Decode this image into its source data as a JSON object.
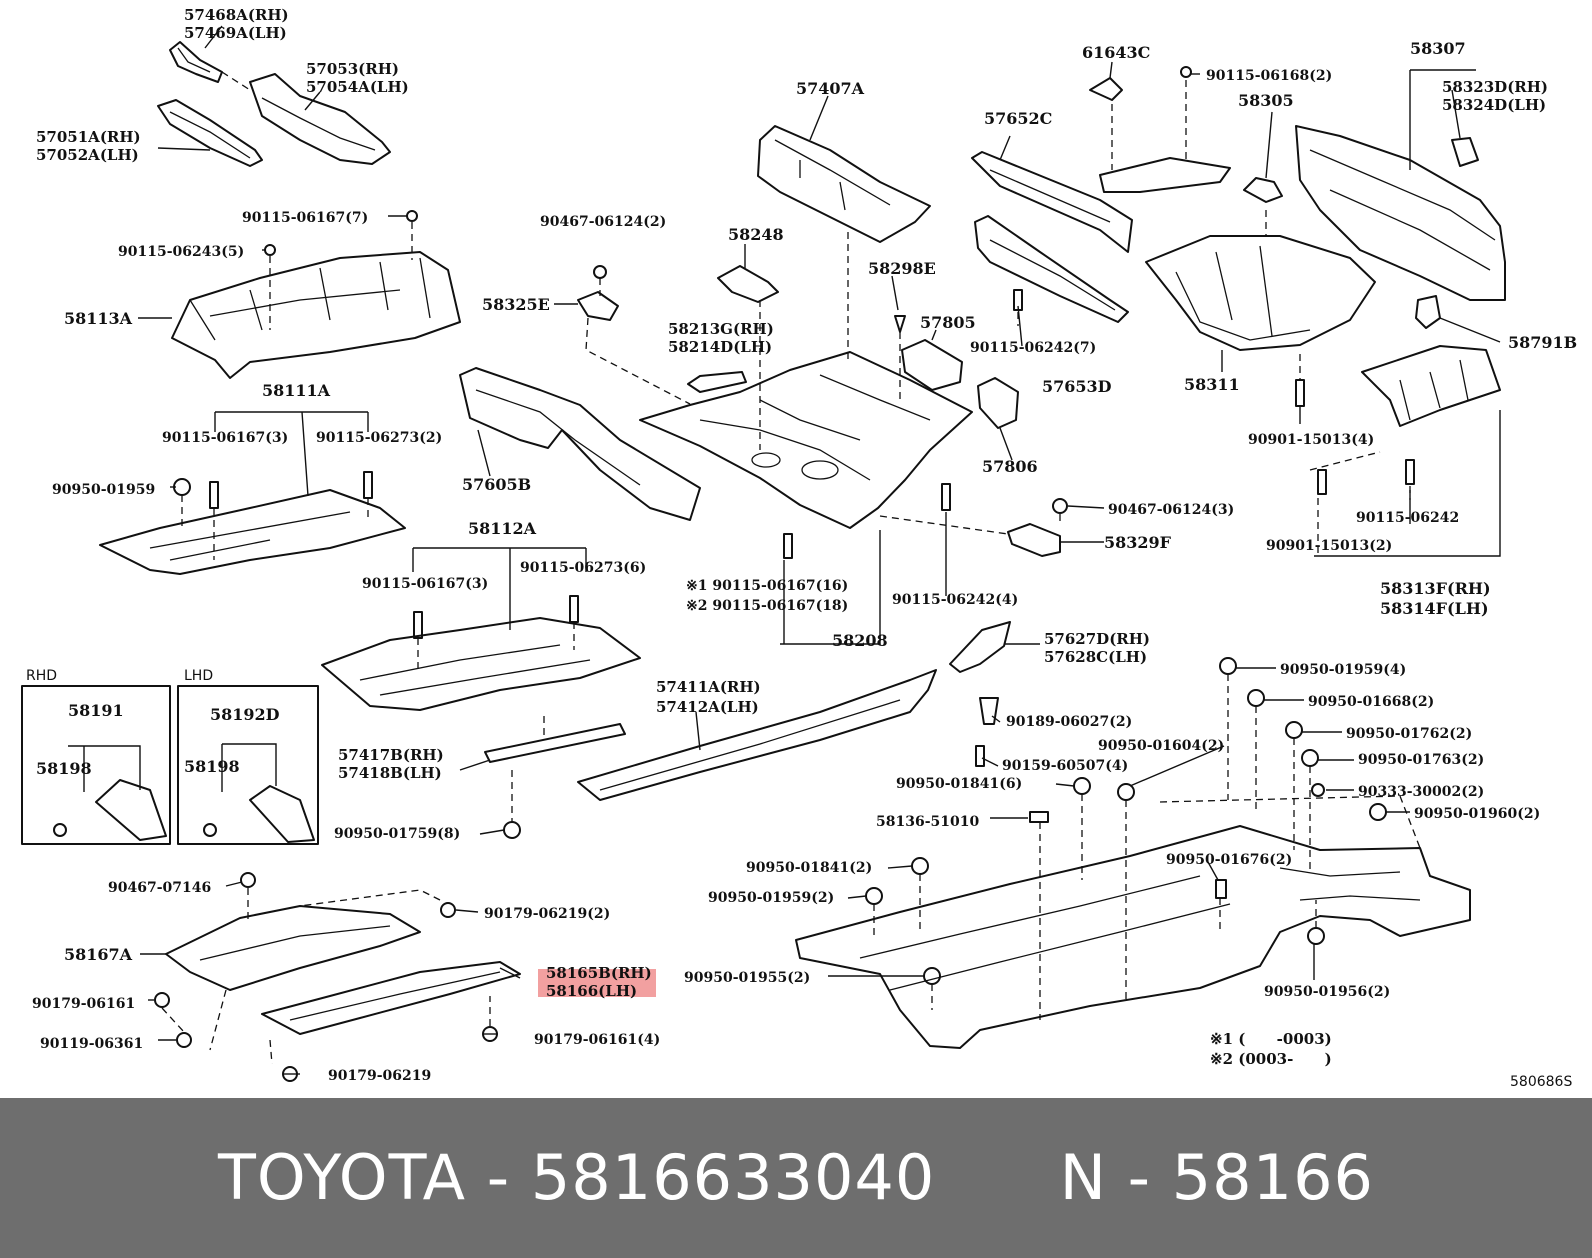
{
  "diagram": {
    "labels": [
      "57468A(RH)",
      "57469A(LH)",
      "57053(RH)",
      "57054A(LH)",
      "57051A(RH)",
      "57052A(LH)",
      "90115-06167(7)",
      "90115-06243(5)",
      "58113A",
      "58111A",
      "90115-06167(3)",
      "90115-06273(2)",
      "90950-01959",
      "57407A",
      "90467-06124(2)",
      "58248",
      "58325E",
      "58213G(RH)",
      "58214D(LH)",
      "58298E",
      "57805",
      "57605B",
      "58112A",
      "90115-06167(3)",
      "90115-06273(6)",
      "57806",
      "61643C",
      "90115-06168(2)",
      "58307",
      "58323D(RH)",
      "58324D(LH)",
      "58305",
      "57652C",
      "90115-06242(7)",
      "57653D",
      "58311",
      "58791B",
      "90901-15013(4)",
      "90467-06124(3)",
      "58329F",
      "90115-06242",
      "90901-15013(2)",
      "58313F(RH)",
      "58314F(LH)",
      "※1 90115-06167(16)",
      "※2 90115-06167(18)",
      "90115-06242(4)",
      "58208",
      "57627D(RH)",
      "57628C(LH)",
      "RHD",
      "LHD",
      "58191",
      "58198",
      "58192D",
      "58198",
      "57411A(RH)",
      "57412A(LH)",
      "57417B(RH)",
      "57418B(LH)",
      "90950-01759(8)",
      "90189-06027(2)",
      "90159-60507(4)",
      "90950-01604(2)",
      "90950-01841(6)",
      "58136-51010",
      "90950-01959(4)",
      "90950-01668(2)",
      "90950-01762(2)",
      "90950-01763(2)",
      "90333-30002(2)",
      "90950-01960(2)",
      "90950-01841(2)",
      "90950-01959(2)",
      "90950-01676(2)",
      "90950-01955(2)",
      "90950-01956(2)",
      "90467-07146",
      "90179-06219(2)",
      "58167A",
      "58165B(RH)",
      "58166(LH)",
      "90179-06161",
      "90179-06161(4)",
      "90119-06361",
      "90179-06219",
      "※1 (      -0003)",
      "※2 (0003-      )",
      "580686S"
    ],
    "highlight_color": "#f2a0a0"
  },
  "footer": {
    "text": "TOYOTA - 5816633040      N - 58166",
    "background": "#6e6e6e",
    "color": "#ffffff"
  }
}
